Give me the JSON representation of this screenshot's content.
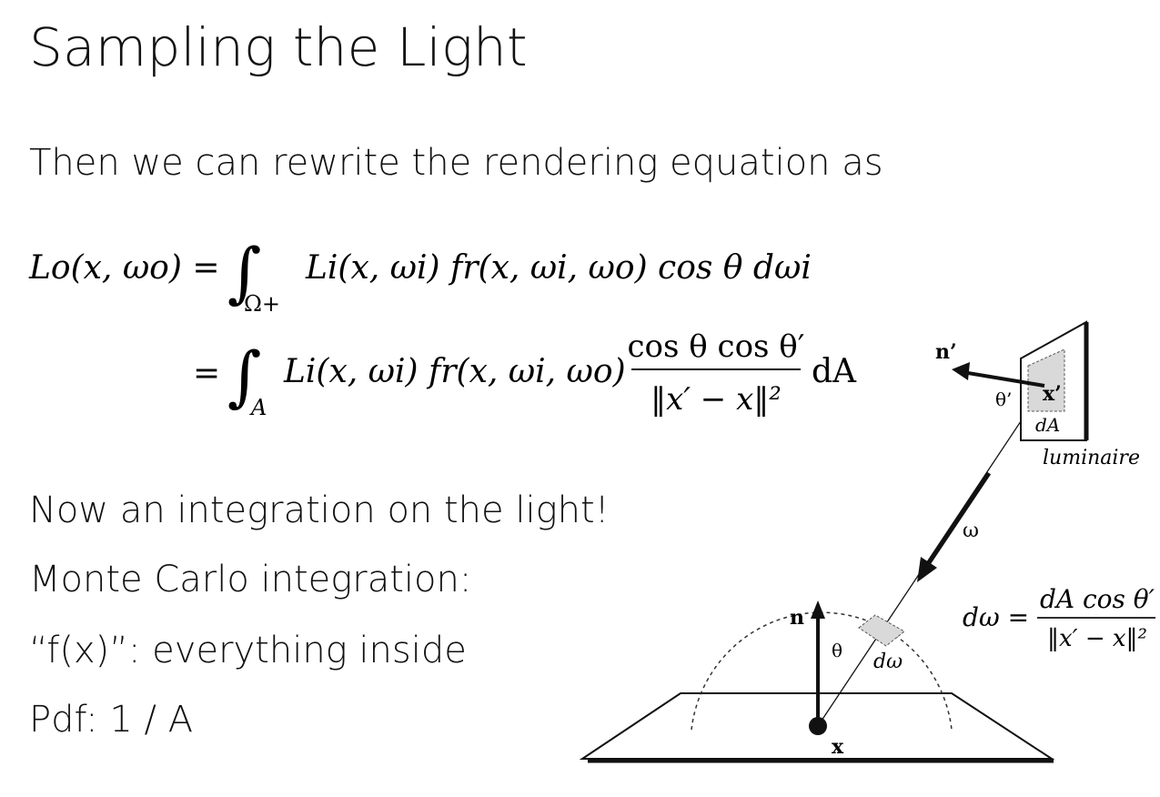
{
  "slide": {
    "title": "Sampling the Light",
    "intro": "Then we can rewrite the rendering equation as",
    "bullets": [
      "Now an integration on the light!",
      "Monte Carlo integration:",
      "“f(x)”: everything inside",
      "Pdf: 1 / A"
    ]
  },
  "equation": {
    "line1": {
      "lhs": "Lo(x, ωo) =",
      "domain": "Ω+",
      "integrand": "Li(x, ωi) fr(x, ωi, ωo) cos θ dωi"
    },
    "line2": {
      "eq": "=",
      "domain": "A",
      "integrand": "Li(x, ωi) fr(x, ωi, ωo)",
      "frac_num": "cos θ cos θ′",
      "frac_den": "‖x′ − x‖²",
      "tail": "dA"
    }
  },
  "diagram": {
    "labels": {
      "n_prime": "n’",
      "theta_prime": "θ’",
      "x_prime": "x’",
      "dA": "dA",
      "luminaire": "luminaire",
      "omega": "ω",
      "n": "n",
      "theta": "θ",
      "d_omega": "dω",
      "x": "x"
    },
    "formula": {
      "lhs": "dω =",
      "num": "dA cos θ′",
      "den": "‖x′ − x‖²"
    }
  }
}
